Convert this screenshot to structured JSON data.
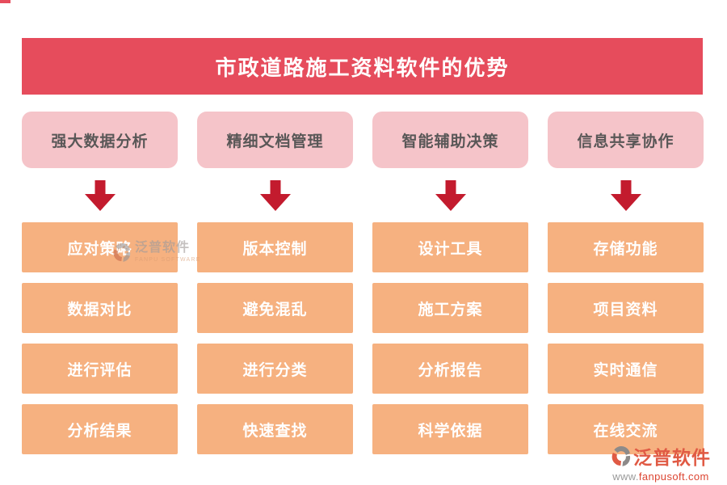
{
  "colors": {
    "header_bg": "#e64c5c",
    "pill_bg": "#f5c4c9",
    "pill_text": "#595757",
    "arrow_red": "#c31b2e",
    "item_bg": "#f6b180",
    "item_text": "#ffffff",
    "brand_red": "#e05a44"
  },
  "header": {
    "title": "市政道路施工资料软件的优势"
  },
  "columns": [
    {
      "header": "强大数据分析",
      "items": [
        "应对策略",
        "数据对比",
        "进行评估",
        "分析结果"
      ]
    },
    {
      "header": "精细文档管理",
      "items": [
        "版本控制",
        "避免混乱",
        "进行分类",
        "快速查找"
      ]
    },
    {
      "header": "智能辅助决策",
      "items": [
        "设计工具",
        "施工方案",
        "分析报告",
        "科学依据"
      ]
    },
    {
      "header": "信息共享协作",
      "items": [
        "存储功能",
        "项目资料",
        "实时通信",
        "在线交流"
      ]
    }
  ],
  "watermark": {
    "brand": "泛普软件",
    "brand_en": "FANPU SOFTWARE"
  },
  "footer_brand": {
    "brand": "泛普软件",
    "url_www": "www.",
    "url_domain": "fanpusoft.com"
  }
}
